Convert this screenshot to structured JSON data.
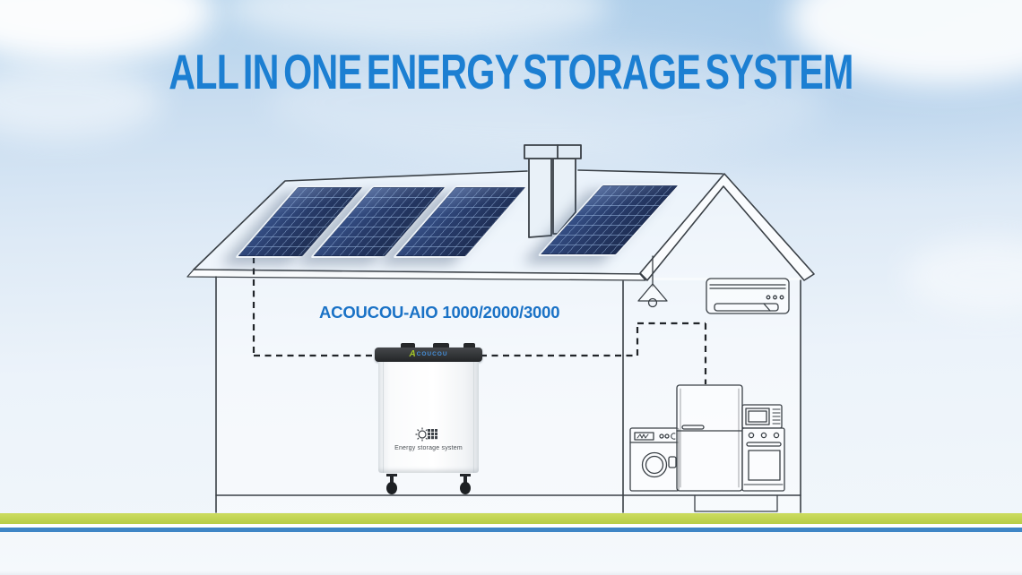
{
  "title": "ALL IN ONE ENERGY STORAGE SYSTEM",
  "product_label": "ACOUCOU-AIO 1000/2000/3000",
  "storage_unit": {
    "brand_prefix": "A",
    "brand_rest": "COUCOU",
    "caption": "Energy storage system"
  },
  "icons": {
    "unit_emblem": "sun-solar-panel-icon"
  },
  "colors": {
    "title_blue": "#1c7fd2",
    "label_blue": "#1a72c6",
    "brand_lime": "#a4c728",
    "brand_blue": "#4590dc",
    "panel_navy": "#283c6b",
    "stripe_green": "#bfd350",
    "stripe_blue": "#3e86c6",
    "outline_gray": "#3a4046",
    "sky_top": "#b0d0ea"
  },
  "illustration": {
    "rooftop_panel_count": 4,
    "items": [
      "house with pitched roof",
      "chimney",
      "four rooftop solar panels",
      "pendant lamp",
      "air conditioner",
      "washing machine",
      "refrigerator",
      "microwave oven",
      "oven",
      "all-in-one storage unit on casters"
    ]
  }
}
